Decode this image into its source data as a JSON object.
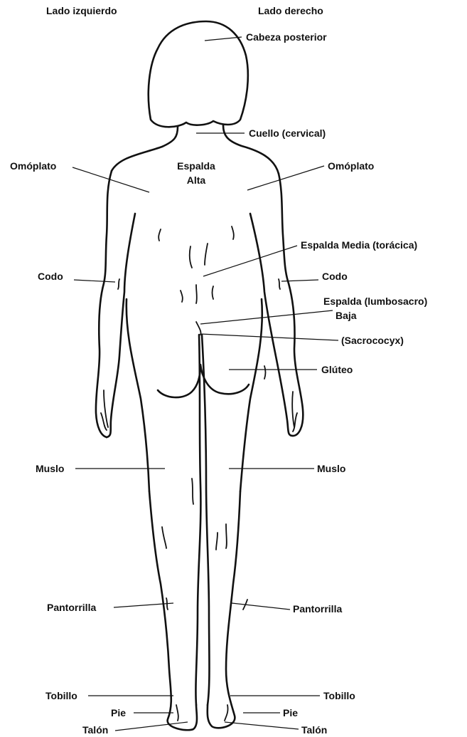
{
  "headers": {
    "left_side": "Lado izquierdo",
    "right_side": "Lado derecho"
  },
  "labels": {
    "head_back": "Cabeza posterior",
    "neck": "Cuello (cervical)",
    "shoulder_blade_left": "Omóplato",
    "shoulder_blade_right": "Omóplato",
    "upper_back_line1": "Espalda",
    "upper_back_line2": "Alta",
    "mid_back": "Espalda Media (torácica)",
    "elbow_left": "Codo",
    "elbow_right": "Codo",
    "low_back_line1": "Espalda (lumbosacro)",
    "low_back_line2": "Baja",
    "sacrococcyx": "(Sacrococyx)",
    "buttock": "Glúteo",
    "thigh_left": "Muslo",
    "thigh_right": "Muslo",
    "calf_left": "Pantorrilla",
    "calf_right": "Pantorrilla",
    "ankle_left": "Tobillo",
    "ankle_right": "Tobillo",
    "foot_left": "Pie",
    "foot_right": "Pie",
    "heel_left": "Talón",
    "heel_right": "Talón"
  }
}
